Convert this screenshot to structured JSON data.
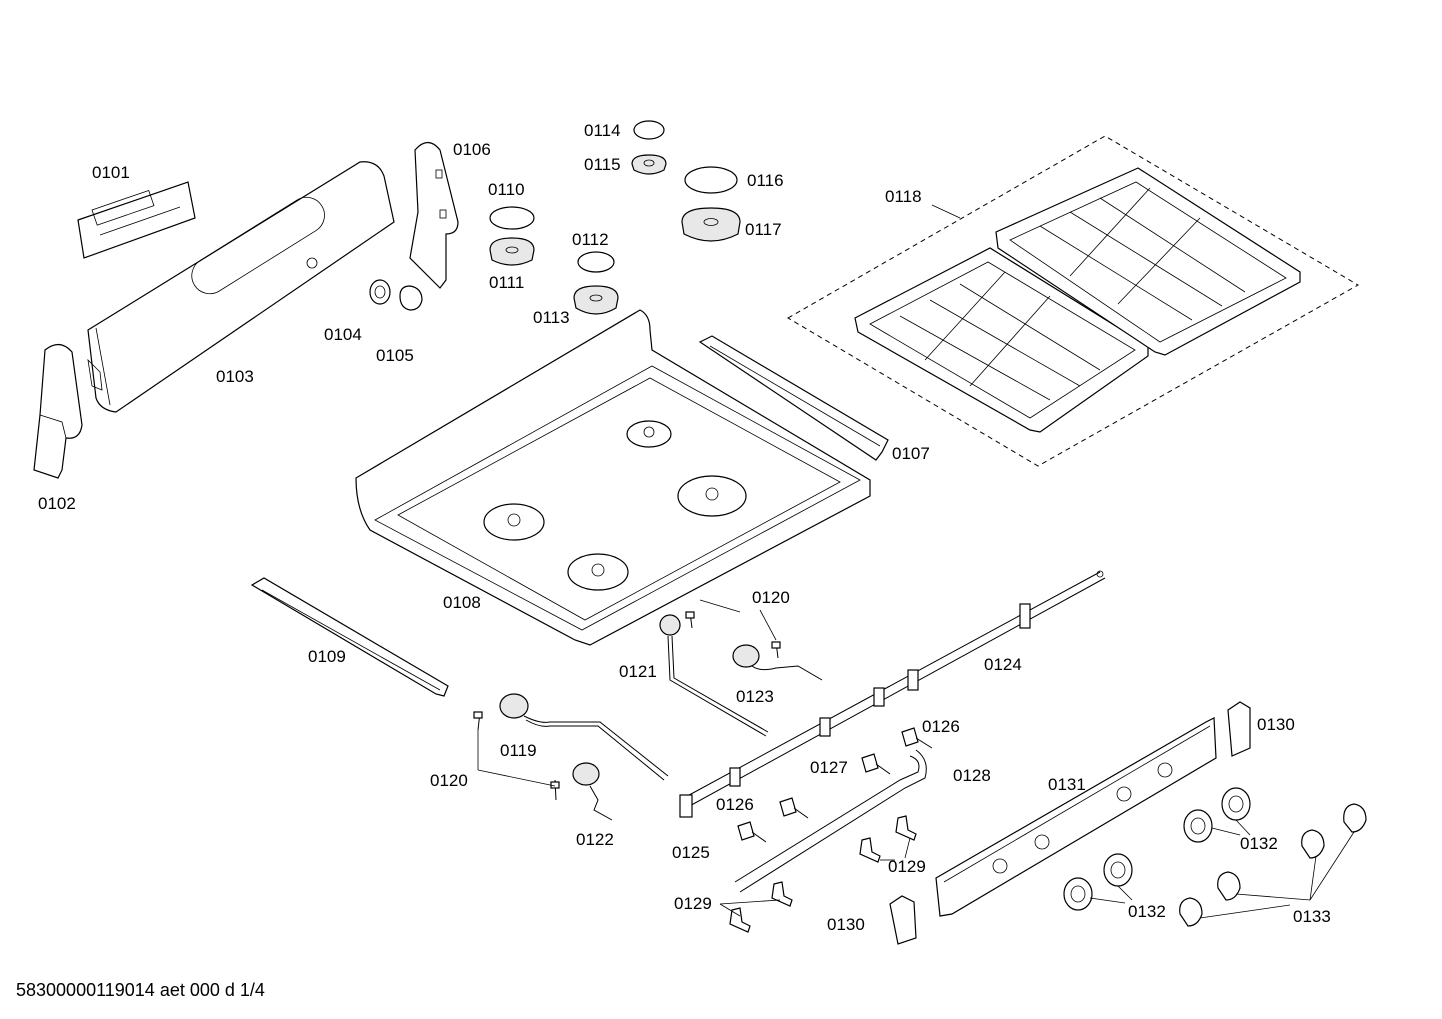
{
  "footer": "58300000119014 aet 000 d 1/4",
  "labels": {
    "p0101": "0101",
    "p0102": "0102",
    "p0103": "0103",
    "p0104": "0104",
    "p0105": "0105",
    "p0106": "0106",
    "p0107": "0107",
    "p0108": "0108",
    "p0109": "0109",
    "p0110": "0110",
    "p0111": "0111",
    "p0112": "0112",
    "p0113": "0113",
    "p0114": "0114",
    "p0115": "0115",
    "p0116": "0116",
    "p0117": "0117",
    "p0118": "0118",
    "p0119": "0119",
    "p0120a": "0120",
    "p0120b": "0120",
    "p0121": "0121",
    "p0122": "0122",
    "p0123": "0123",
    "p0124": "0124",
    "p0125": "0125",
    "p0126a": "0126",
    "p0126b": "0126",
    "p0127": "0127",
    "p0128": "0128",
    "p0129a": "0129",
    "p0129b": "0129",
    "p0130a": "0130",
    "p0130b": "0130",
    "p0131": "0131",
    "p0132a": "0132",
    "p0132b": "0132",
    "p0133": "0133"
  }
}
